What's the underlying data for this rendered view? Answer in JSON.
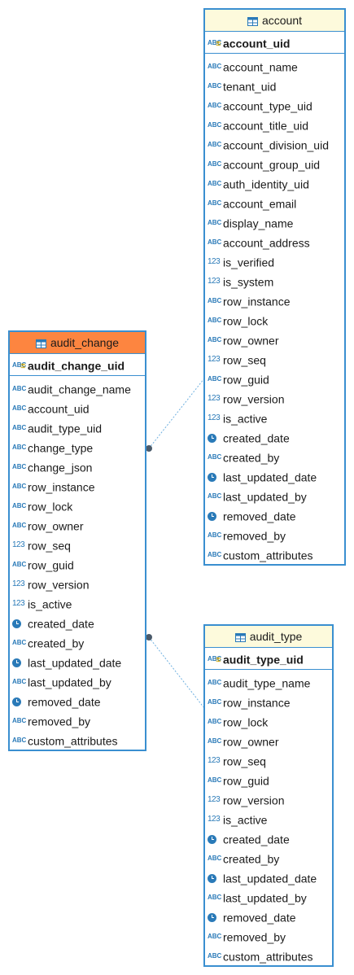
{
  "colors": {
    "border": "#3a8fd0",
    "header_default": "#fdfadc",
    "header_selected": "#fd8540",
    "icon": "#2a7ab8",
    "link": "#6fb0e0",
    "dot": "#4a5a6a"
  },
  "account": {
    "title": "account",
    "pk": "account_uid",
    "columns": [
      {
        "name": "account_name",
        "type": "text"
      },
      {
        "name": "tenant_uid",
        "type": "text"
      },
      {
        "name": "account_type_uid",
        "type": "text"
      },
      {
        "name": "account_title_uid",
        "type": "text"
      },
      {
        "name": "account_division_uid",
        "type": "text"
      },
      {
        "name": "account_group_uid",
        "type": "text"
      },
      {
        "name": "auth_identity_uid",
        "type": "text"
      },
      {
        "name": "account_email",
        "type": "text"
      },
      {
        "name": "display_name",
        "type": "text"
      },
      {
        "name": "account_address",
        "type": "text"
      },
      {
        "name": "is_verified",
        "type": "number"
      },
      {
        "name": "is_system",
        "type": "number"
      },
      {
        "name": "row_instance",
        "type": "text"
      },
      {
        "name": "row_lock",
        "type": "text"
      },
      {
        "name": "row_owner",
        "type": "text"
      },
      {
        "name": "row_seq",
        "type": "number"
      },
      {
        "name": "row_guid",
        "type": "text"
      },
      {
        "name": "row_version",
        "type": "number"
      },
      {
        "name": "is_active",
        "type": "number"
      },
      {
        "name": "created_date",
        "type": "date"
      },
      {
        "name": "created_by",
        "type": "text"
      },
      {
        "name": "last_updated_date",
        "type": "date"
      },
      {
        "name": "last_updated_by",
        "type": "text"
      },
      {
        "name": "removed_date",
        "type": "date"
      },
      {
        "name": "removed_by",
        "type": "text"
      },
      {
        "name": "custom_attributes",
        "type": "text"
      }
    ]
  },
  "audit_change": {
    "title": "audit_change",
    "pk": "audit_change_uid",
    "columns": [
      {
        "name": "audit_change_name",
        "type": "text"
      },
      {
        "name": "account_uid",
        "type": "text"
      },
      {
        "name": "audit_type_uid",
        "type": "text"
      },
      {
        "name": "change_type",
        "type": "text"
      },
      {
        "name": "change_json",
        "type": "text"
      },
      {
        "name": "row_instance",
        "type": "text"
      },
      {
        "name": "row_lock",
        "type": "text"
      },
      {
        "name": "row_owner",
        "type": "text"
      },
      {
        "name": "row_seq",
        "type": "number"
      },
      {
        "name": "row_guid",
        "type": "text"
      },
      {
        "name": "row_version",
        "type": "number"
      },
      {
        "name": "is_active",
        "type": "number"
      },
      {
        "name": "created_date",
        "type": "date"
      },
      {
        "name": "created_by",
        "type": "text"
      },
      {
        "name": "last_updated_date",
        "type": "date"
      },
      {
        "name": "last_updated_by",
        "type": "text"
      },
      {
        "name": "removed_date",
        "type": "date"
      },
      {
        "name": "removed_by",
        "type": "text"
      },
      {
        "name": "custom_attributes",
        "type": "text"
      }
    ]
  },
  "audit_type": {
    "title": "audit_type",
    "pk": "audit_type_uid",
    "columns": [
      {
        "name": "audit_type_name",
        "type": "text"
      },
      {
        "name": "row_instance",
        "type": "text"
      },
      {
        "name": "row_lock",
        "type": "text"
      },
      {
        "name": "row_owner",
        "type": "text"
      },
      {
        "name": "row_seq",
        "type": "number"
      },
      {
        "name": "row_guid",
        "type": "text"
      },
      {
        "name": "row_version",
        "type": "number"
      },
      {
        "name": "is_active",
        "type": "number"
      },
      {
        "name": "created_date",
        "type": "date"
      },
      {
        "name": "created_by",
        "type": "text"
      },
      {
        "name": "last_updated_date",
        "type": "date"
      },
      {
        "name": "last_updated_by",
        "type": "text"
      },
      {
        "name": "removed_date",
        "type": "date"
      },
      {
        "name": "removed_by",
        "type": "text"
      },
      {
        "name": "custom_attributes",
        "type": "text"
      }
    ]
  },
  "relations": [
    {
      "from": "audit_change",
      "to": "account",
      "from_column": "account_uid"
    },
    {
      "from": "audit_change",
      "to": "audit_type",
      "from_column": "audit_type_uid"
    }
  ]
}
